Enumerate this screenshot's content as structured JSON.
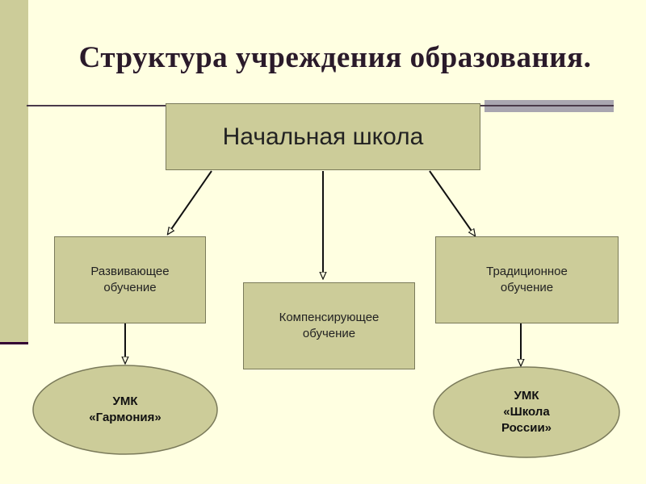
{
  "title": "Структура учреждения образования.",
  "nodes": {
    "root": "Начальная школа",
    "left": "Развивающее\nобучение",
    "middle": "Компенсирующее\nобучение",
    "right": "Традиционное\nобучение",
    "left_umk": "УМК\n«Гармония»",
    "right_umk": "УМК\n«Школа\nРоссии»"
  },
  "colors": {
    "background": "#FFFFE1",
    "box": "#CCCC99",
    "accent": "#330033"
  }
}
